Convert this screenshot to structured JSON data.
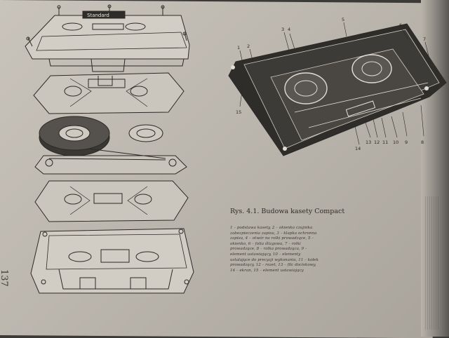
{
  "page_number": "137",
  "figure": {
    "caption_title": "Rys. 4.1. Budowa kasety Compact",
    "caption_body": "1 – podstawa kasety, 2 – okienko czujnika zabezpieczenia zapisu, 3 – klapka ochronna zapisu, 4 – otwór na rolki prowadzące, 5 – okienko, 6 – folia ślizgowa, 7 – rolki prowadzące, 8 – rolka prowadząca, 9 – element ustawiający, 10 – elementy ustalające do precyzji wykonania, 11 – kołek prowadzący, 12 – rozet, 13 – filc dociskowy, 14 – ekran, 15 – element ustawiający",
    "cassette_label": "Standard",
    "callout_numbers": [
      "1",
      "2",
      "3",
      "4",
      "5",
      "6",
      "7",
      "8",
      "9",
      "10",
      "11",
      "12",
      "13",
      "14",
      "15"
    ]
  },
  "colors": {
    "paper": "#c4bfb6",
    "ink": "#2b2926",
    "background": "#3c3a36"
  }
}
